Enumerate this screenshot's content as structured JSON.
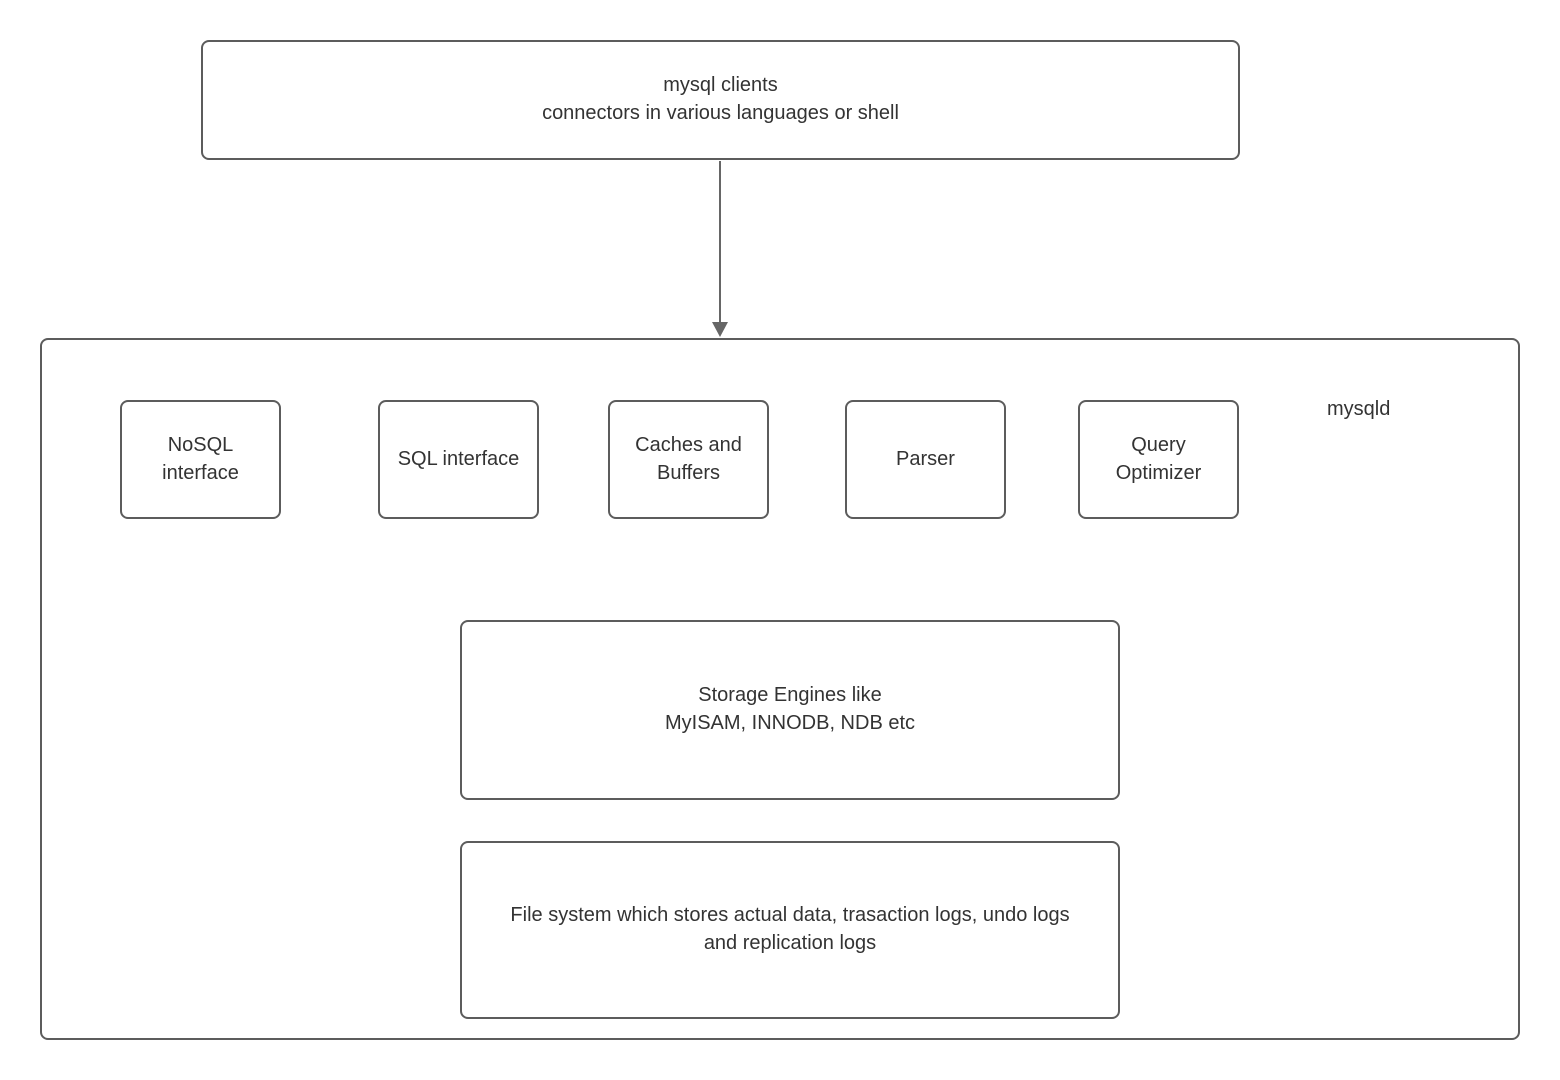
{
  "diagram": {
    "clients_box": {
      "label": "mysql clients\nconnectors in various languages or shell"
    },
    "mysqld_label": "mysqld",
    "components": [
      {
        "label": "NoSQL\ninterface"
      },
      {
        "label": "SQL interface"
      },
      {
        "label": "Caches and\nBuffers"
      },
      {
        "label": "Parser"
      },
      {
        "label": "Query\nOptimizer"
      }
    ],
    "storage_box": {
      "label": "Storage Engines like\nMyISAM, INNODB, NDB etc"
    },
    "file_system_box": {
      "label": "File system which stores actual data, trasaction logs, undo logs\nand replication logs"
    },
    "colors": {
      "border": "#5c5c5c",
      "text": "#333333",
      "arrow": "#666666",
      "background": "#ffffff"
    }
  }
}
